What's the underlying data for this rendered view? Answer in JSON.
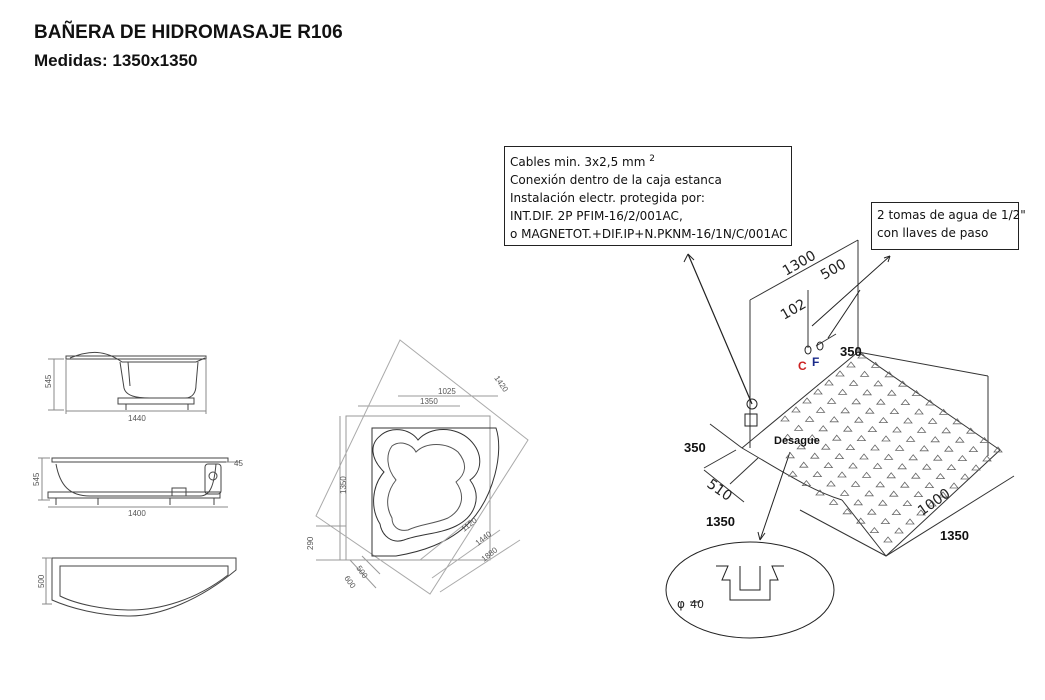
{
  "header": {
    "title": "BAÑERA DE HIDROMASAJE R106",
    "subtitle": "Medidas: 1350x1350"
  },
  "electrical_note": {
    "lines": [
      "Cables min. 3x2,5 mm",
      "Conexión dentro de la caja estanca",
      "Instalación electr. protegida por:",
      "INT.DIF. 2P PFIM-16/2/001AC,",
      "o MAGNETOT.+DIF.IP+N.PKNM-16/1N/C/001AC"
    ],
    "superscript": "2"
  },
  "water_note": {
    "lines": [
      "2 tomas de agua de 1/2\"",
      "con llaves de paso"
    ]
  },
  "side_view_top": {
    "height": "545",
    "length": "1440"
  },
  "side_view_mid": {
    "height": "545",
    "length": "1400",
    "offset": "45"
  },
  "front_panel": {
    "height": "500"
  },
  "plan_view": {
    "dims": {
      "d1420": "1420",
      "d1025": "1025",
      "d1350a": "1350",
      "d1350b": "1350",
      "d290": "290",
      "d500": "500",
      "d600": "600",
      "d1120": "1120",
      "d1440": "1440",
      "d1880": "1880"
    }
  },
  "iso_view": {
    "dims": {
      "d1300": "1300",
      "d500": "500",
      "d102": "102",
      "d350_top": "350",
      "d350_left": "350",
      "d510": "510",
      "d1350_left": "1350",
      "d1000": "1000",
      "d1350_bottom": "1350"
    },
    "cold_label": "C",
    "hot_label": "F",
    "drain_label": "Desague",
    "drain_diameter": "40"
  },
  "colors": {
    "cold": "#cc2222",
    "hot": "#1a2a8a",
    "lines": "#444444"
  }
}
